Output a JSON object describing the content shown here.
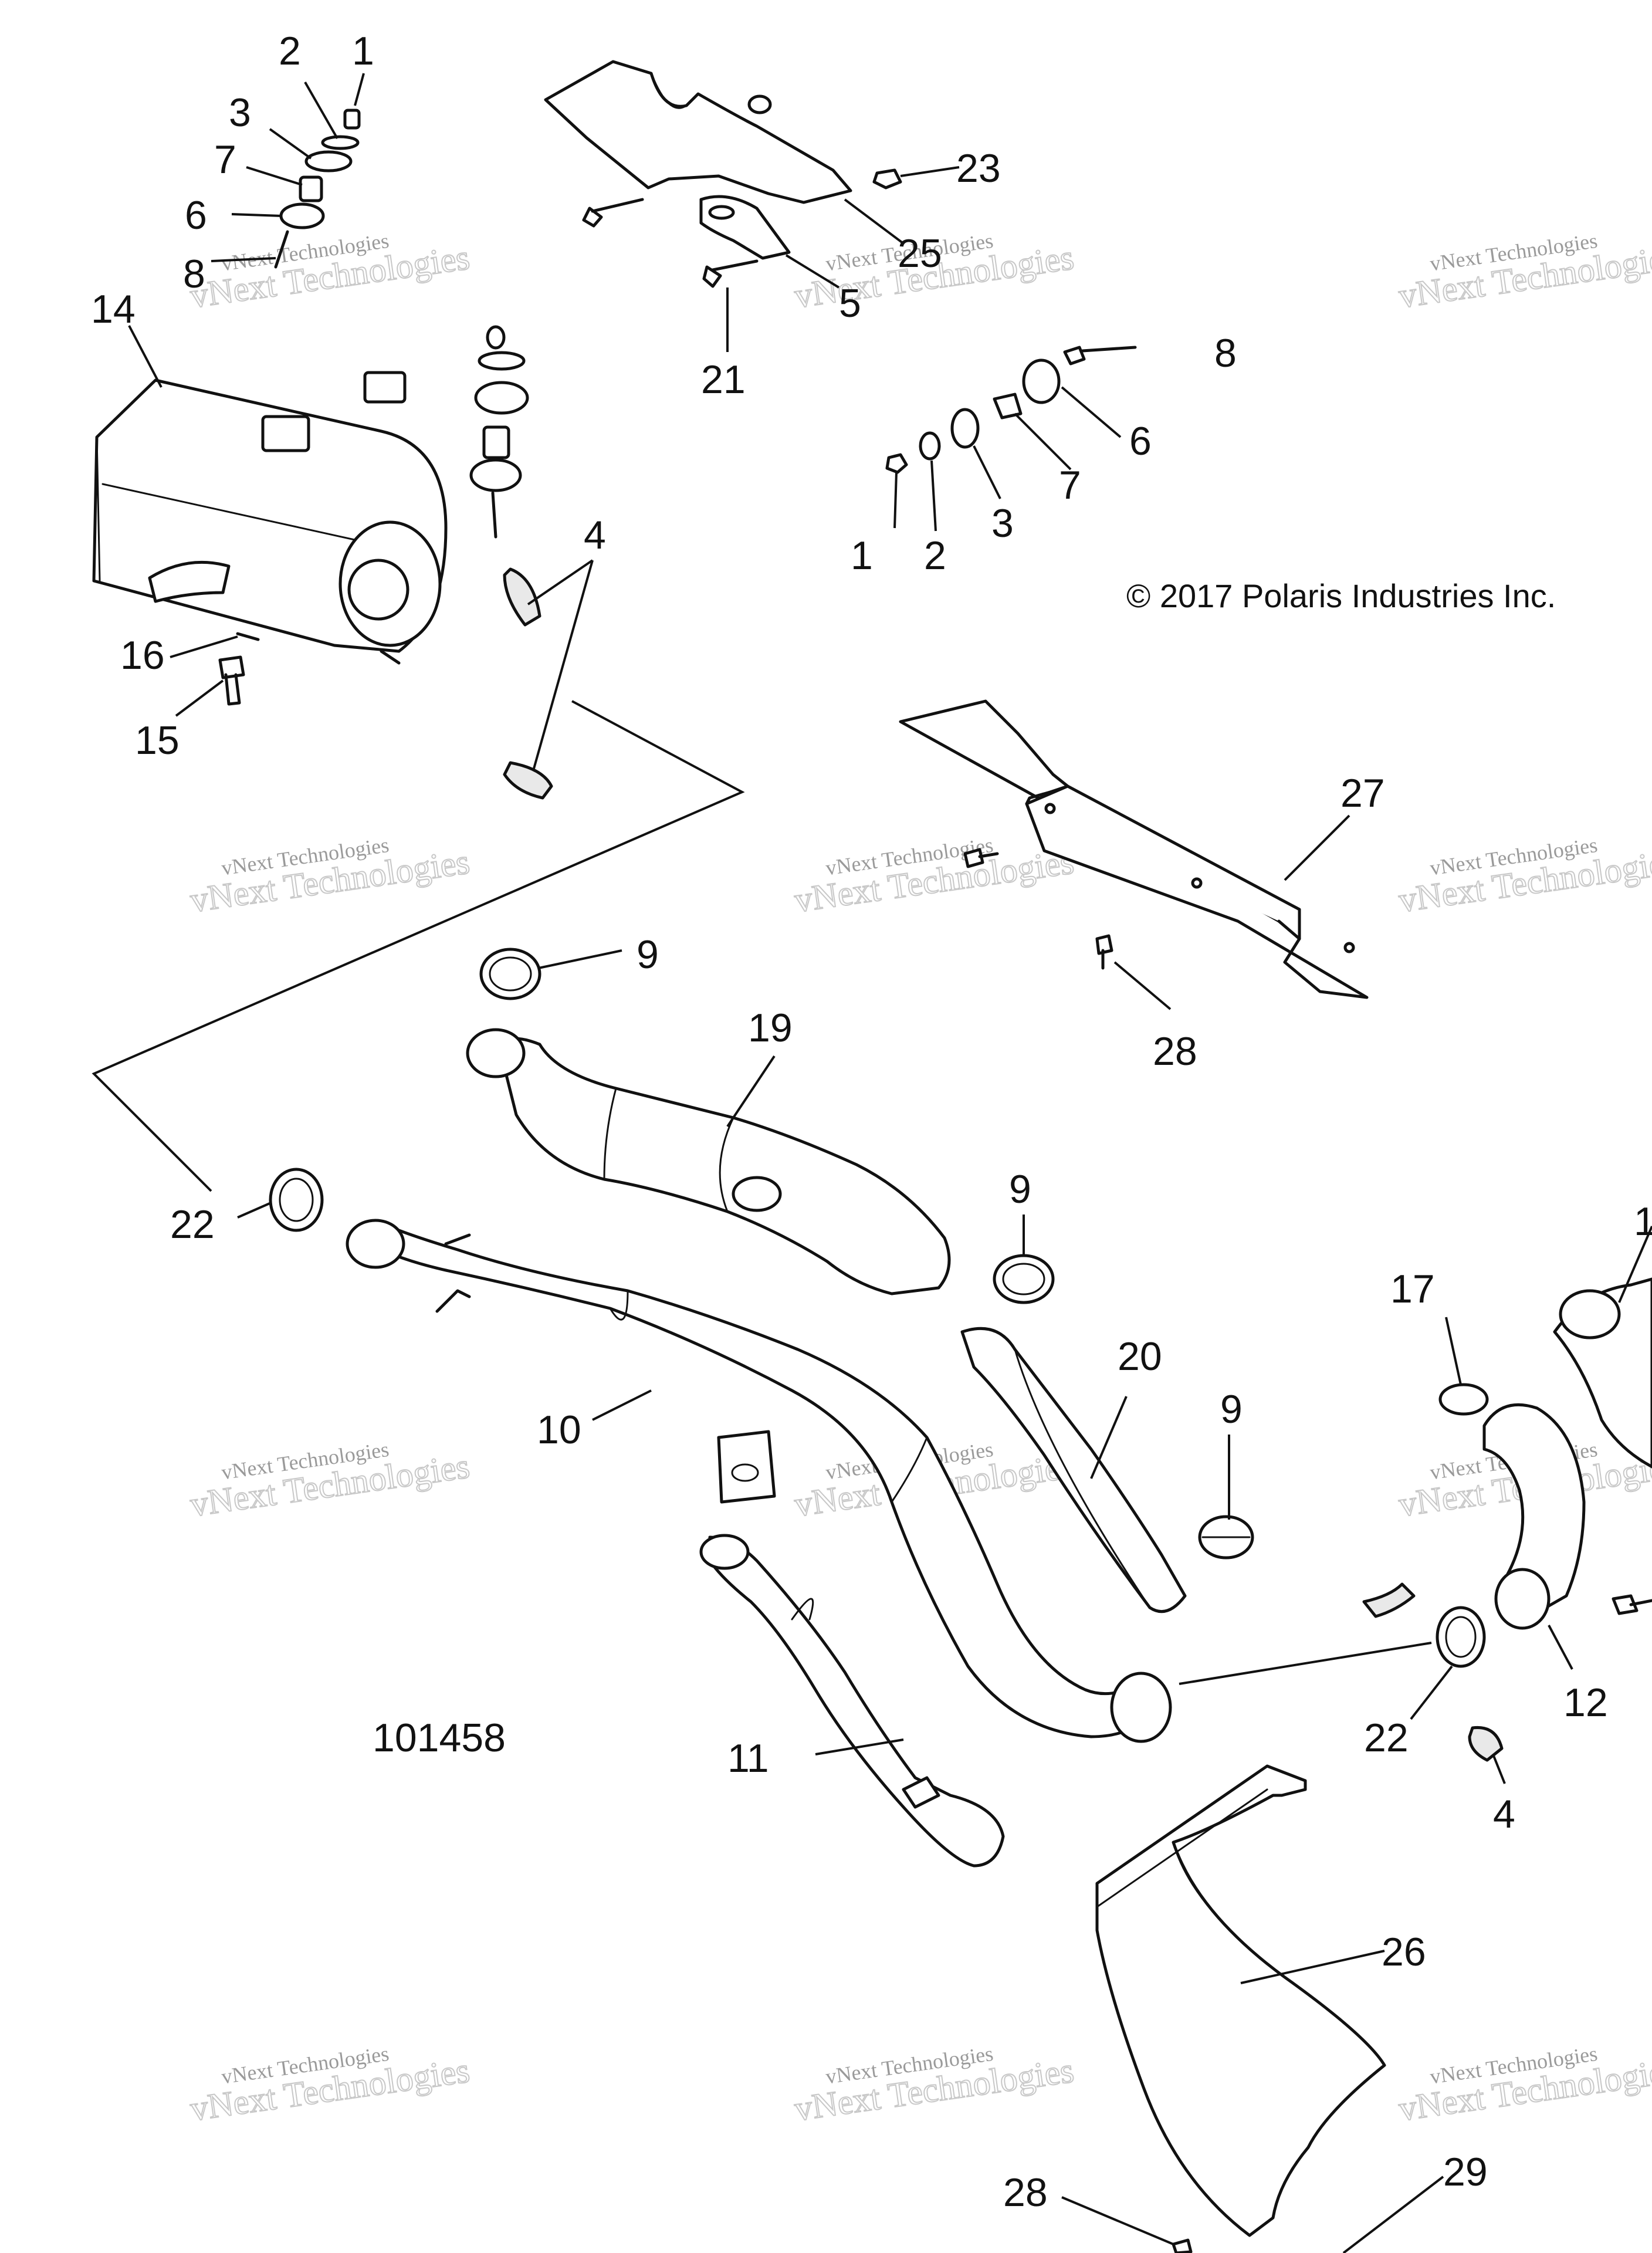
{
  "copyright": "© 2017 Polaris Industries Inc.",
  "diagram_id": "101458",
  "watermark": {
    "line1": "vNext Technologies",
    "line2": "vNext Technologies"
  },
  "callouts": [
    "1",
    "2",
    "3",
    "7",
    "6",
    "8",
    "14",
    "16",
    "15",
    "4",
    "21",
    "25",
    "5",
    "23",
    "8",
    "6",
    "7",
    "3",
    "2",
    "1",
    "27",
    "28",
    "9",
    "19",
    "22",
    "9",
    "10",
    "20",
    "9",
    "17",
    "12",
    "22",
    "4",
    "11",
    "26",
    "28",
    "29",
    "1"
  ],
  "colors": {
    "line": "#111111",
    "watermark": "#9a9a9a"
  }
}
